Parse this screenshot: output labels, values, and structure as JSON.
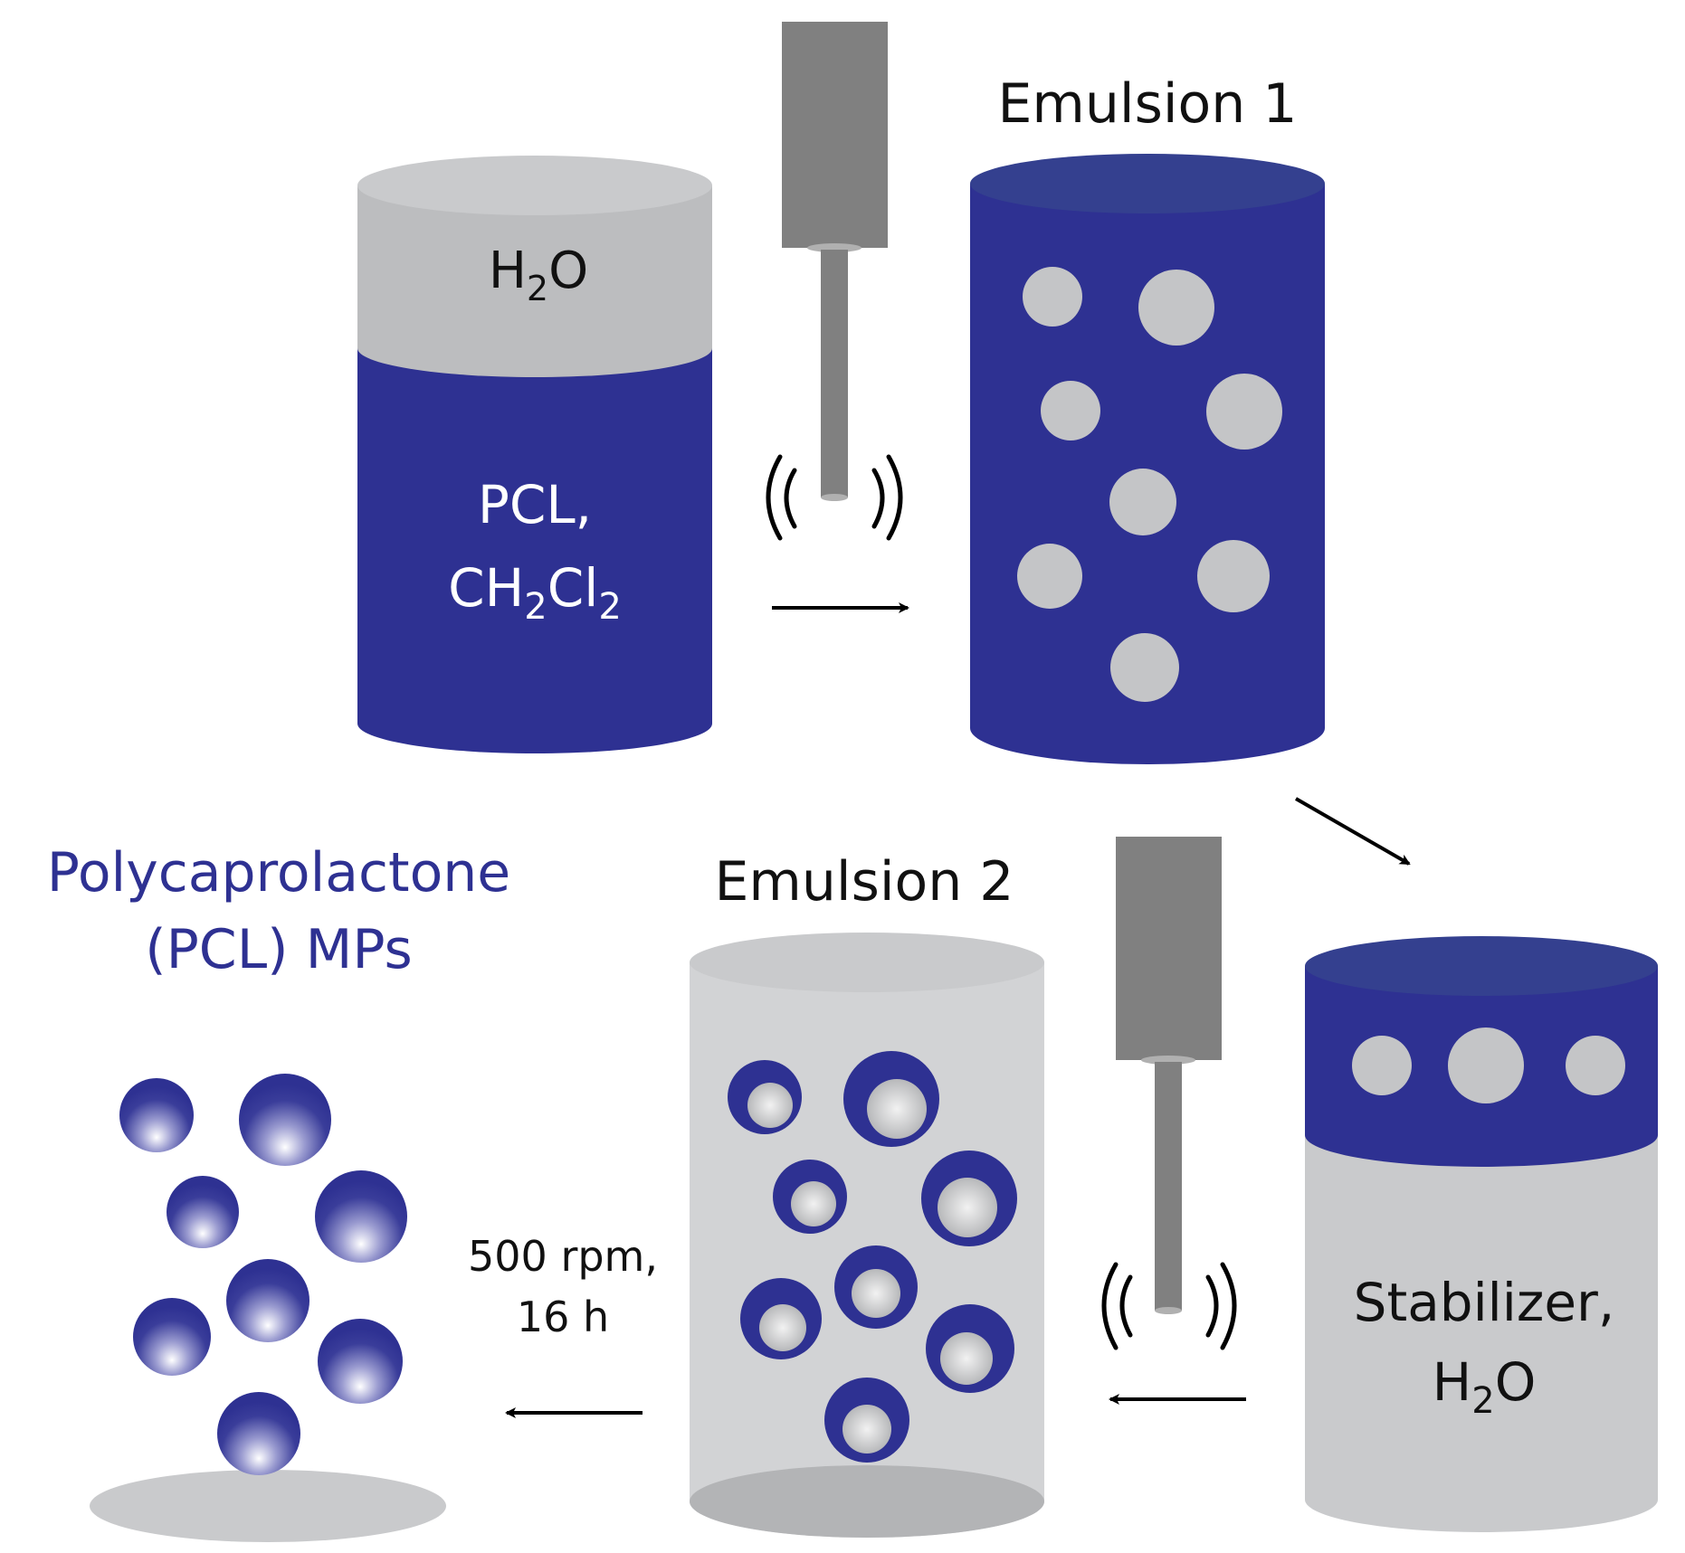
{
  "diagram": {
    "beaker1": {
      "top_label_main": "H",
      "top_label_sub": "2",
      "top_label_tail": "O",
      "bottom_line1": "PCL,",
      "bottom_line2_a": "CH",
      "bottom_line2_sub1": "2",
      "bottom_line2_b": "Cl",
      "bottom_line2_sub2": "2"
    },
    "emulsion1": {
      "title": "Emulsion 1"
    },
    "beaker3": {
      "label_line1": "Stabilizer,",
      "label_line2_a": "H",
      "label_line2_sub": "2",
      "label_line2_b": "O"
    },
    "emulsion2": {
      "title": "Emulsion 2"
    },
    "stir_condition": {
      "line1": "500 rpm,",
      "line2": "16 h"
    },
    "product": {
      "line1": "Polycaprolactone",
      "line2": "(PCL) MPs"
    },
    "colors": {
      "polymer_blue": "#2e3192",
      "water_gray": "#c4c5c7",
      "probe_gray": "#808080",
      "arrow_black": "#000000"
    }
  }
}
